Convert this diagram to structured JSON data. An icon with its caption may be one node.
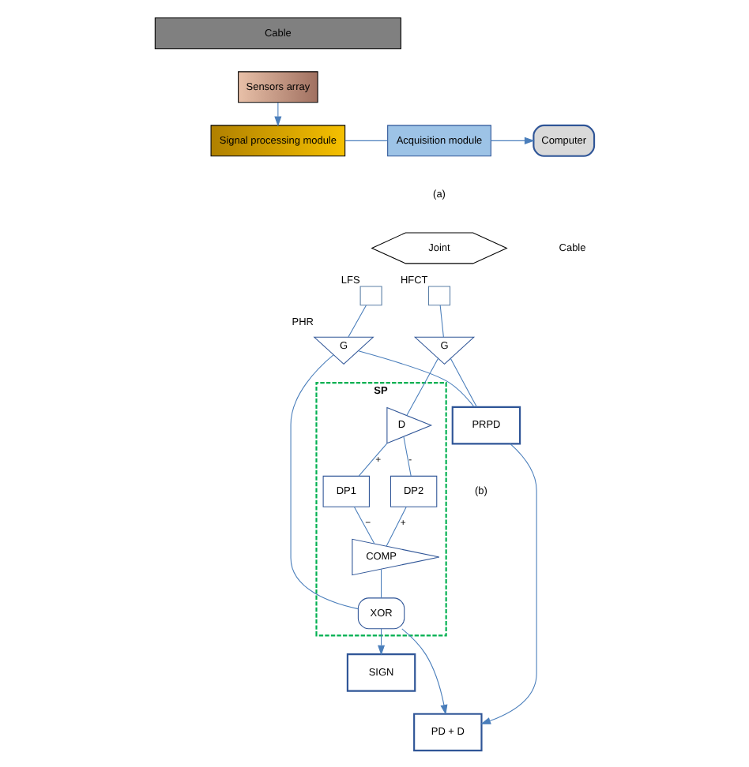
{
  "diagram": {
    "nodes": [
      {
        "text": [
          "Cable"
        ]
      },
      {
        "text": [
          "Sensors array"
        ]
      },
      {
        "text": [
          "Signal processing module"
        ]
      },
      {
        "text": [
          "Acquisition module"
        ]
      },
      {
        "text": [
          "Computer"
        ]
      },
      {
        "text": [
          "Joint"
        ]
      },
      {
        "text": [],
        "shape": "box",
        "beside": [
          "LFS"
        ]
      },
      {
        "text": [],
        "shape": "box",
        "beside": [
          "HFCT"
        ]
      },
      {
        "text": [
          "G"
        ],
        "beside": [
          "PHR"
        ]
      },
      {
        "text": [
          "G"
        ]
      },
      {
        "text": [
          "SP"
        ]
      },
      {
        "text": [
          "D"
        ],
        "in": 10
      },
      {
        "text": [
          "DP1"
        ],
        "in": 10
      },
      {
        "text": [
          "DP2"
        ],
        "in": 10
      },
      {
        "text": [
          "COMP"
        ],
        "in": 10
      },
      {
        "text": [
          "XOR"
        ],
        "in": 10
      },
      {
        "text": [
          "SIGN"
        ]
      },
      {
        "text": [
          "PD + D"
        ]
      },
      {
        "text": [
          "PRPD"
        ]
      }
    ],
    "edges": [
      {
        "from": 1,
        "to": 2,
        "arrow": "to"
      },
      {
        "from": 2,
        "to": 3,
        "arrow": "none"
      },
      {
        "from": 3,
        "to": 4,
        "arrow": "to"
      },
      {
        "from": 6,
        "to": 8,
        "arrow": "none"
      },
      {
        "from": 7,
        "to": 9,
        "arrow": "none"
      },
      {
        "from": 9,
        "to": 11,
        "arrow": "none"
      },
      {
        "from": 9,
        "to": 18,
        "arrow": "none"
      },
      {
        "from": 8,
        "to": 15,
        "arrow": "none"
      },
      {
        "from": 8,
        "to": 18,
        "arrow": "none"
      },
      {
        "from": 11,
        "to": 12,
        "label": "+",
        "arrow": "none"
      },
      {
        "from": 11,
        "to": 13,
        "label": "-",
        "arrow": "none"
      },
      {
        "from": 12,
        "to": 14,
        "label": "−",
        "arrow": "none"
      },
      {
        "from": 13,
        "to": 14,
        "label": "+",
        "arrow": "none"
      },
      {
        "from": 14,
        "to": 15,
        "arrow": "none"
      },
      {
        "from": 15,
        "to": 16,
        "arrow": "to"
      },
      {
        "from": 15,
        "to": 17,
        "arrow": "to"
      },
      {
        "from": 18,
        "to": 17,
        "arrow": "to"
      }
    ],
    "labels": [
      "(a)",
      "Cable",
      "(b)"
    ]
  }
}
